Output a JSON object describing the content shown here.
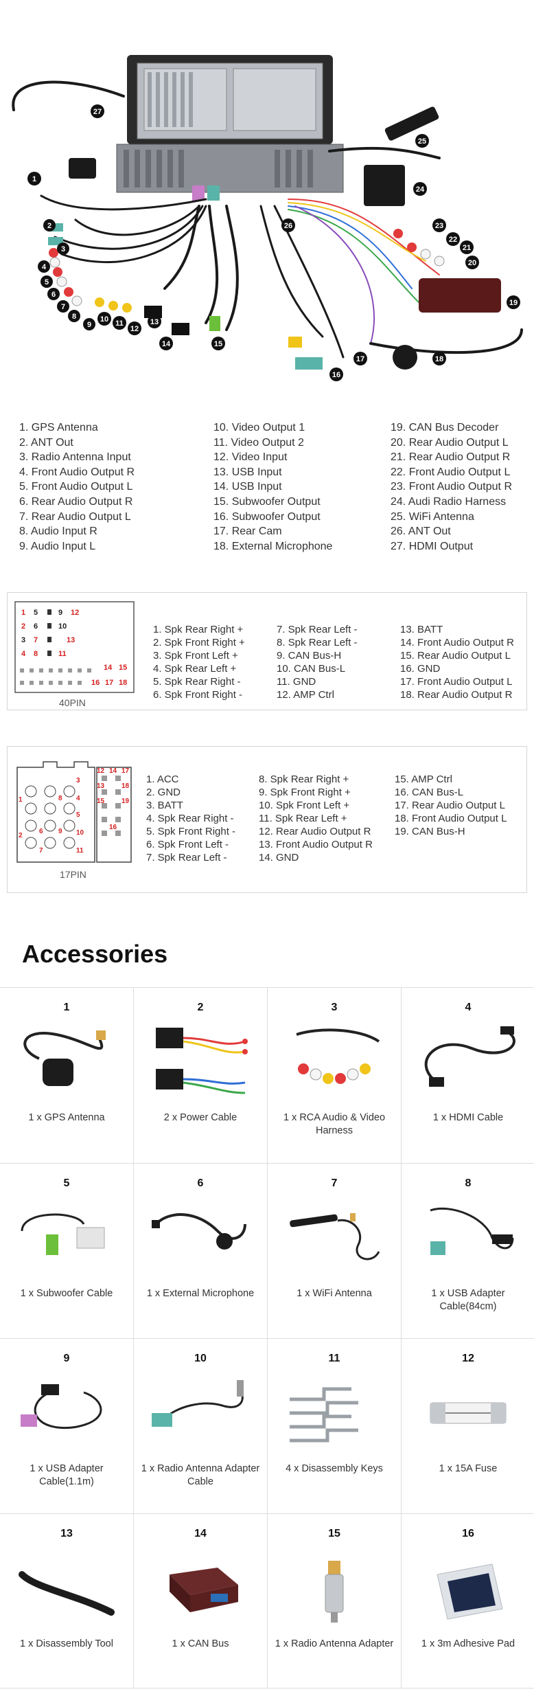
{
  "callouts": [
    "1",
    "2",
    "3",
    "4",
    "5",
    "6",
    "7",
    "8",
    "9",
    "10",
    "11",
    "12",
    "13",
    "14",
    "15",
    "16",
    "17",
    "18",
    "19",
    "20",
    "21",
    "22",
    "23",
    "24",
    "25",
    "26",
    "27"
  ],
  "legend": {
    "col1": [
      "1. GPS Antenna",
      "2. ANT Out",
      "3. Radio Antenna Input",
      "4. Front Audio Output R",
      "5. Front Audio Output L",
      "6. Rear Audio Output R",
      "7. Rear Audio Output L",
      "8. Audio Input R",
      "9. Audio Input L"
    ],
    "col2": [
      "10. Video Output 1",
      "11. Video Output 2",
      "12. Video Input",
      "13. USB Input",
      "14. USB Input",
      "15. Subwoofer Output",
      "16. Subwoofer Output",
      "17. Rear Cam",
      "18. External Microphone"
    ],
    "col3": [
      "19. CAN Bus Decoder",
      "20. Rear Audio Output L",
      "21. Rear Audio Output R",
      "22. Front Audio Output L",
      "23. Front Audio Output R",
      "24. Audi Radio Harness",
      "25. WiFi Antenna",
      "26. ANT Out",
      "27. HDMI Output"
    ]
  },
  "pin40": {
    "caption": "40PIN",
    "grid_labels": [
      "1",
      "5",
      "9",
      "12",
      "2",
      "6",
      "10",
      "3",
      "7",
      "13",
      "4",
      "8",
      "11",
      "14",
      "15",
      "16",
      "17",
      "18"
    ],
    "col1": [
      "1. Spk Rear Right +",
      "2. Spk Front Right +",
      "3. Spk Front Left +",
      "4. Spk Rear Left +",
      "5. Spk Rear Right -",
      "6. Spk Front Right -"
    ],
    "col2": [
      "7. Spk Rear Left -",
      "8. Spk Rear Left -",
      "9. CAN Bus-H",
      "10. CAN Bus-L",
      "11. GND",
      "12. AMP Ctrl"
    ],
    "col3": [
      "13. BATT",
      "14. Front Audio Output R",
      "15. Rear Audio Output L",
      "16. GND",
      "17. Front Audio Output L",
      "18. Rear Audio Output R"
    ]
  },
  "pin17": {
    "caption": "17PIN",
    "grid_labels": [
      "12",
      "14",
      "17",
      "13",
      "18",
      "15",
      "19",
      "16",
      "1",
      "2",
      "3",
      "4",
      "5",
      "6",
      "7",
      "8",
      "9",
      "10",
      "11"
    ],
    "col1": [
      "1. ACC",
      "2. GND",
      "3. BATT",
      "4. Spk Rear Right -",
      "5. Spk Front Right -",
      "6. Spk Front Left -",
      "7. Spk Rear Left -"
    ],
    "col2": [
      "8. Spk Rear Right +",
      "9. Spk Front Right +",
      "10. Spk Front Left +",
      "11. Spk Rear Left +",
      "12. Rear Audio Output R",
      "13. Front Audio Output R",
      "14. GND"
    ],
    "col3": [
      "15. AMP Ctrl",
      "16. CAN Bus-L",
      "17. Rear Audio Output L",
      "18. Front Audio Output L",
      "19. CAN Bus-H"
    ]
  },
  "accessories": {
    "title": "Accessories",
    "items": [
      {
        "num": "1",
        "label": "1 x GPS Antenna",
        "icon": "gps-antenna-icon"
      },
      {
        "num": "2",
        "label": "2 x Power Cable",
        "icon": "power-cable-icon"
      },
      {
        "num": "3",
        "label": "1 x RCA Audio & Video Harness",
        "icon": "rca-harness-icon"
      },
      {
        "num": "4",
        "label": "1 x HDMI Cable",
        "icon": "hdmi-cable-icon"
      },
      {
        "num": "5",
        "label": "1 x Subwoofer Cable",
        "icon": "subwoofer-cable-icon"
      },
      {
        "num": "6",
        "label": "1 x External Microphone",
        "icon": "microphone-icon"
      },
      {
        "num": "7",
        "label": "1 x WiFi Antenna",
        "icon": "wifi-antenna-icon"
      },
      {
        "num": "8",
        "label": "1 x USB Adapter Cable(84cm)",
        "icon": "usb-cable-icon"
      },
      {
        "num": "9",
        "label": "1 x USB Adapter Cable(1.1m)",
        "icon": "usb-cable-icon"
      },
      {
        "num": "10",
        "label": "1 x Radio Antenna Adapter Cable",
        "icon": "radio-antenna-cable-icon"
      },
      {
        "num": "11",
        "label": "4 x Disassembly Keys",
        "icon": "disassembly-keys-icon"
      },
      {
        "num": "12",
        "label": "1 x 15A Fuse",
        "icon": "fuse-icon"
      },
      {
        "num": "13",
        "label": "1 x Disassembly Tool",
        "icon": "disassembly-tool-icon"
      },
      {
        "num": "14",
        "label": "1 x CAN Bus",
        "icon": "canbus-box-icon"
      },
      {
        "num": "15",
        "label": "1 x Radio Antenna Adapter",
        "icon": "antenna-adapter-icon"
      },
      {
        "num": "16",
        "label": "1 x 3m Adhesive Pad",
        "icon": "adhesive-pad-icon"
      }
    ]
  }
}
